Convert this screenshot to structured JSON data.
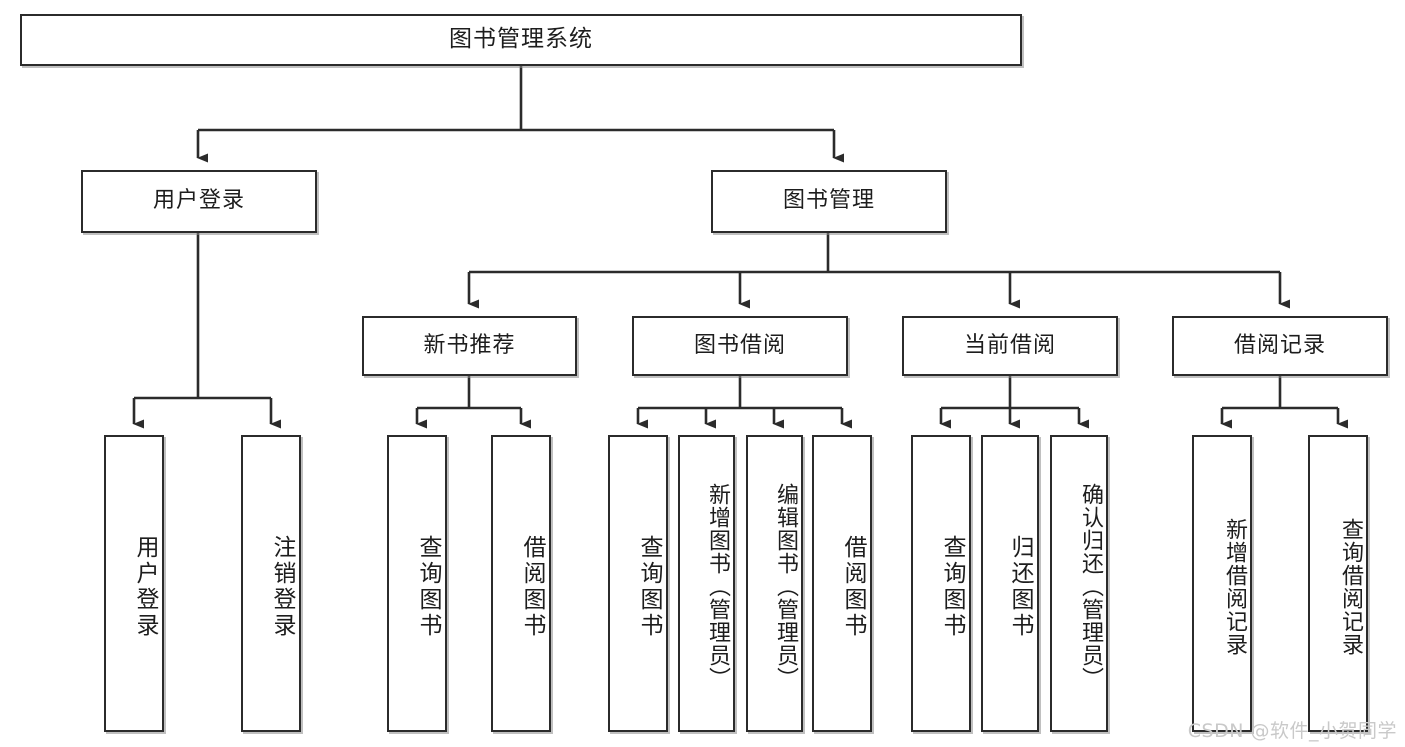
{
  "diagram": {
    "title": "图书管理系统",
    "type": "tree-hierarchy",
    "root": {
      "label": "图书管理系统"
    },
    "level2": [
      {
        "label": "用户登录"
      },
      {
        "label": "图书管理"
      }
    ],
    "level3": [
      {
        "label": "新书推荐"
      },
      {
        "label": "图书借阅"
      },
      {
        "label": "当前借阅"
      },
      {
        "label": "借阅记录"
      }
    ],
    "leaves": {
      "user_login": [
        {
          "label": "用户登录"
        },
        {
          "label": "注销登录"
        }
      ],
      "new_book_recommend": [
        {
          "label": "查询图书"
        },
        {
          "label": "借阅图书"
        }
      ],
      "book_borrow": [
        {
          "label": "查询图书"
        },
        {
          "label": "新增图书（管理员）"
        },
        {
          "label": "编辑图书（管理员）"
        },
        {
          "label": "借阅图书"
        }
      ],
      "current_borrow": [
        {
          "label": "查询图书"
        },
        {
          "label": "归还图书"
        },
        {
          "label": "确认归还（管理员）"
        }
      ],
      "borrow_record": [
        {
          "label": "新增借阅记录"
        },
        {
          "label": "查询借阅记录"
        }
      ]
    }
  },
  "watermark": {
    "text": "CSDN @软件_小贺同学"
  },
  "colors": {
    "stroke": "#2b2b2b",
    "fill": "#ffffff",
    "text": "#1d1d1d",
    "watermark": "#c9c9c9"
  }
}
